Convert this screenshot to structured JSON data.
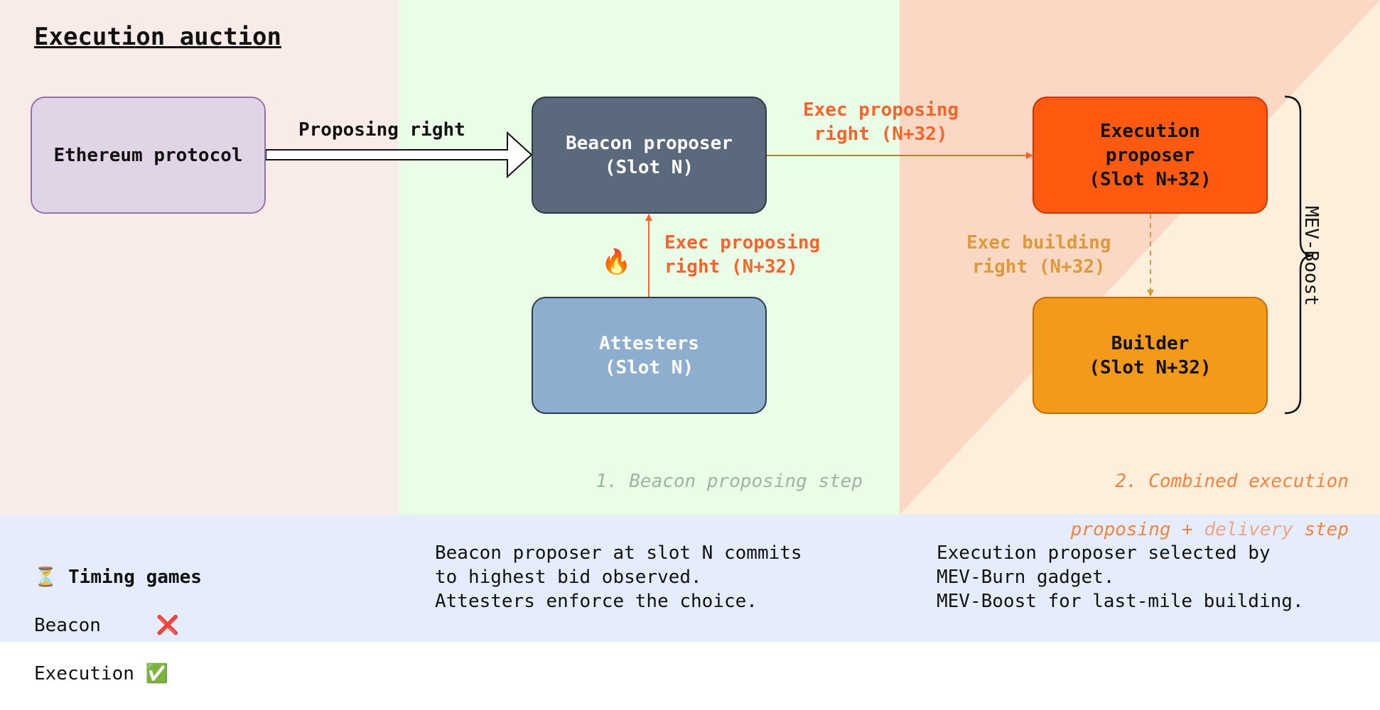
{
  "title": "Execution auction",
  "boxes": {
    "ethereum": "Ethereum protocol",
    "beacon": "Beacon proposer\n(Slot N)",
    "attesters": "Attesters\n(Slot N)",
    "execution": "Execution\nproposer\n(Slot N+32)",
    "builder": "Builder\n(Slot N+32)"
  },
  "edges": {
    "proposing_right": "Proposing right",
    "exec_right_top": "Exec proposing\nright (N+32)",
    "exec_right_mid": "Exec proposing\nright (N+32)",
    "building_right": "Exec building\nright (N+32)"
  },
  "brace_label": "MEV-Boost",
  "fire_icon": "🔥",
  "steps": {
    "step1": "1. Beacon proposing step",
    "step2_line1": "2. Combined execution",
    "step2_line2_a": "proposing + ",
    "step2_line2_b": "delivery",
    "step2_line2_c": " step"
  },
  "bottom": {
    "timing_icon": "⏳",
    "timing_title": "Timing games",
    "beacon_label": "Beacon",
    "beacon_mark": "❌",
    "execution_label": "Execution",
    "execution_mark": "✅",
    "beacon_desc": "Beacon proposer at slot N commits\nto highest bid observed.\nAttesters enforce the choice.",
    "exec_desc": "Execution proposer selected by\nMEV-Burn gadget.\nMEV-Boost for last-mile building."
  },
  "colors": {
    "panel_left": "#f9ebe7",
    "panel_mid": "#eafde6",
    "panel_right_dark": "#fbd8c3",
    "panel_right_light": "#fdefdc",
    "bottom": "#e5edfc",
    "exec_arrow": "#f5642a",
    "build_arrow": "#dc9a3a"
  }
}
